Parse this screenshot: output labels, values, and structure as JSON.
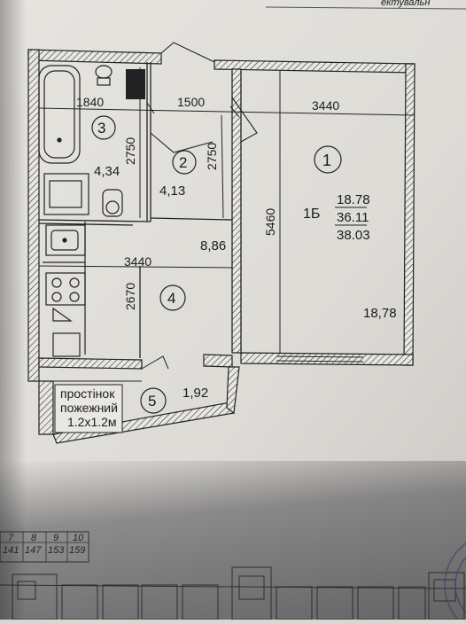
{
  "header_fragment": "ектувальн",
  "dimensions": {
    "d1840": "1840",
    "d1500": "1500",
    "d3440_top": "3440",
    "d2750_left": "2750",
    "d2750_right": "2750",
    "d5460": "5460",
    "d3440_mid": "3440",
    "d2670": "2670"
  },
  "rooms": [
    {
      "number": "1",
      "area": "18,78"
    },
    {
      "number": "2",
      "area": "4,13"
    },
    {
      "number": "3",
      "area": "4,34"
    },
    {
      "number": "4",
      "area": "8,86"
    },
    {
      "number": "5",
      "area": "1,92"
    }
  ],
  "unit": {
    "type": "1Б",
    "living": "18.78",
    "total": "36.11",
    "gross": "38.03"
  },
  "fire_gap": {
    "line1": "простінок",
    "line2": "пожежний",
    "line3": "1.2x1.2м"
  },
  "floor_table": {
    "floors": [
      "7",
      "8",
      "9",
      "10"
    ],
    "numbers": [
      "141",
      "147",
      "153",
      "159"
    ]
  }
}
